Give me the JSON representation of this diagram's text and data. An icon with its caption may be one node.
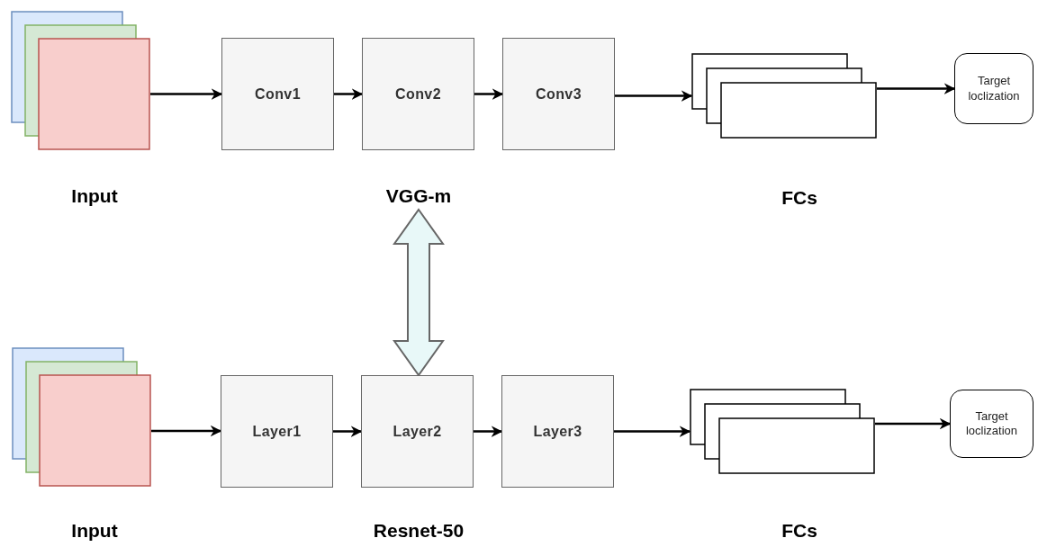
{
  "diagram": {
    "nodes": [
      {
        "text": [],
        "shape": "box",
        "beside": [
          "Input"
        ]
      },
      {
        "text": [
          "Conv1"
        ]
      },
      {
        "text": [
          "Conv2"
        ]
      },
      {
        "text": [
          "Conv3"
        ]
      },
      {
        "text": [],
        "shape": "box",
        "beside": [
          "FCs"
        ]
      },
      {
        "text": [
          "Target loclization"
        ]
      },
      {
        "text": [
          "VGG-m"
        ]
      },
      {
        "text": [],
        "shape": "box",
        "beside": [
          "Input"
        ]
      },
      {
        "text": [
          "Layer1"
        ]
      },
      {
        "text": [
          "Layer2"
        ]
      },
      {
        "text": [
          "Layer3"
        ]
      },
      {
        "text": [],
        "shape": "box",
        "beside": [
          "FCs"
        ]
      },
      {
        "text": [
          "Target loclization"
        ]
      }
    ],
    "edges": [
      {
        "from": 0,
        "to": 1,
        "arrow": "to"
      },
      {
        "from": 1,
        "to": 2,
        "arrow": "to"
      },
      {
        "from": 2,
        "to": 3,
        "arrow": "to"
      },
      {
        "from": 3,
        "to": 4,
        "arrow": "to"
      },
      {
        "from": 4,
        "to": 5,
        "arrow": "to"
      },
      {
        "from": 6,
        "to": 9,
        "arrow": "both",
        "style": "thick",
        "color": "#e8f8f8"
      },
      {
        "from": 7,
        "to": 8,
        "arrow": "to"
      },
      {
        "from": 8,
        "to": 9,
        "arrow": "to"
      },
      {
        "from": 9,
        "to": 10,
        "arrow": "to"
      },
      {
        "from": 10,
        "to": 11,
        "arrow": "to"
      },
      {
        "from": 11,
        "to": 12,
        "arrow": "to"
      }
    ],
    "labels": [
      "Resnet-50"
    ]
  }
}
